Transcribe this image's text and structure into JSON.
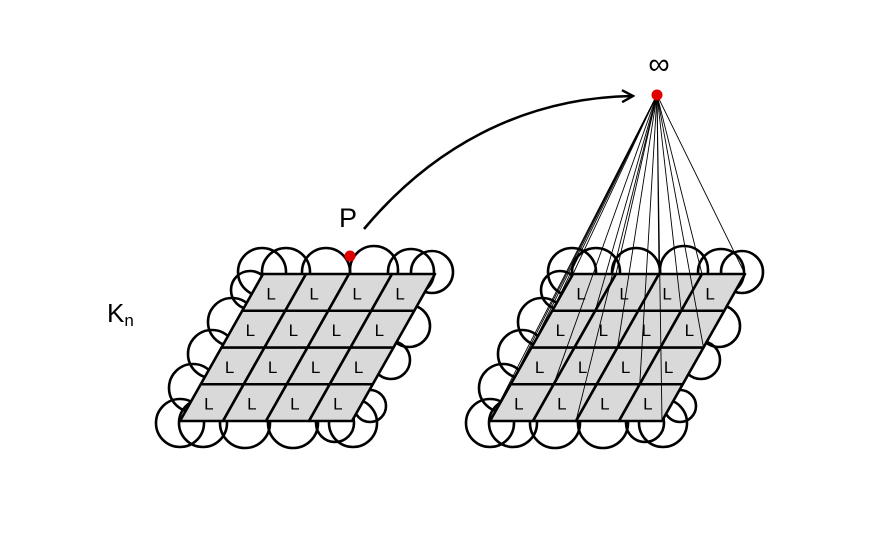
{
  "labels": {
    "infinity": "∞",
    "point": "P",
    "complex_main": "K",
    "complex_sub": "n",
    "cell": "L"
  },
  "grid": {
    "rows": 4,
    "cols": 4
  },
  "colors": {
    "cell_fill": "#d9d9d9",
    "stroke": "#000000",
    "point": "#e00000",
    "background": "#ffffff"
  }
}
